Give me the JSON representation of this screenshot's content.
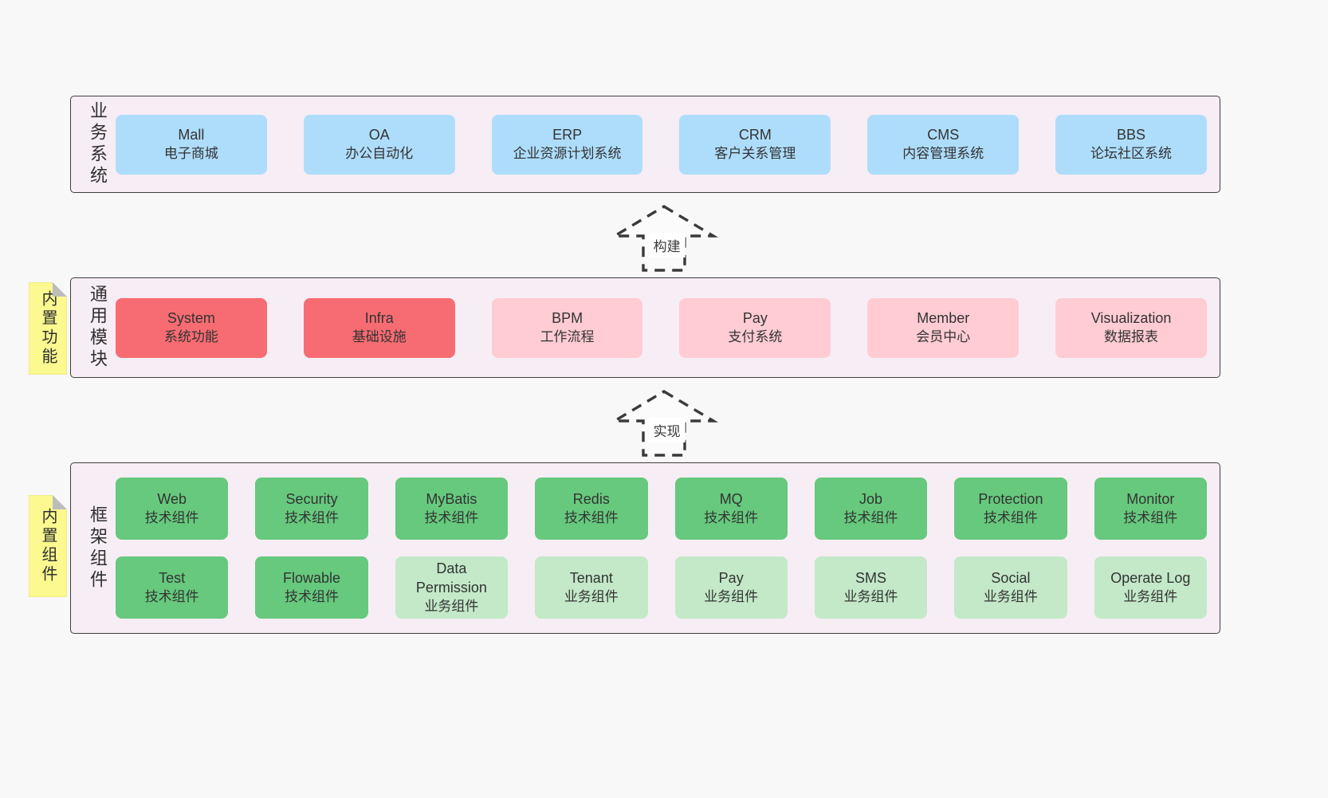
{
  "sections": {
    "business": {
      "label": "业务系统",
      "boxes": [
        {
          "name": "Mall",
          "subtitle": "电子商城"
        },
        {
          "name": "OA",
          "subtitle": "办公自动化"
        },
        {
          "name": "ERP",
          "subtitle": "企业资源计划系统"
        },
        {
          "name": "CRM",
          "subtitle": "客户关系管理"
        },
        {
          "name": "CMS",
          "subtitle": "内容管理系统"
        },
        {
          "name": "BBS",
          "subtitle": "论坛社区系统"
        }
      ]
    },
    "modules": {
      "label": "通用模块",
      "sticky": "内置功能",
      "boxes": [
        {
          "name": "System",
          "subtitle": "系统功能",
          "variant": "red"
        },
        {
          "name": "Infra",
          "subtitle": "基础设施",
          "variant": "red"
        },
        {
          "name": "BPM",
          "subtitle": "工作流程",
          "variant": "pink"
        },
        {
          "name": "Pay",
          "subtitle": "支付系统",
          "variant": "pink"
        },
        {
          "name": "Member",
          "subtitle": "会员中心",
          "variant": "pink"
        },
        {
          "name": "Visualization",
          "subtitle": "数据报表",
          "variant": "pink"
        }
      ]
    },
    "components": {
      "label": "框架组件",
      "sticky": "内置组件",
      "row1": [
        {
          "name": "Web",
          "subtitle": "技术组件",
          "variant": "green"
        },
        {
          "name": "Security",
          "subtitle": "技术组件",
          "variant": "green"
        },
        {
          "name": "MyBatis",
          "subtitle": "技术组件",
          "variant": "green"
        },
        {
          "name": "Redis",
          "subtitle": "技术组件",
          "variant": "green"
        },
        {
          "name": "MQ",
          "subtitle": "技术组件",
          "variant": "green"
        },
        {
          "name": "Job",
          "subtitle": "技术组件",
          "variant": "green"
        },
        {
          "name": "Protection",
          "subtitle": "技术组件",
          "variant": "green"
        },
        {
          "name": "Monitor",
          "subtitle": "技术组件",
          "variant": "green"
        }
      ],
      "row2": [
        {
          "name": "Test",
          "subtitle": "技术组件",
          "variant": "green"
        },
        {
          "name": "Flowable",
          "subtitle": "技术组件",
          "variant": "green"
        },
        {
          "name": "Data Permission",
          "subtitle": "业务组件",
          "variant": "lightgreen"
        },
        {
          "name": "Tenant",
          "subtitle": "业务组件",
          "variant": "lightgreen"
        },
        {
          "name": "Pay",
          "subtitle": "业务组件",
          "variant": "lightgreen"
        },
        {
          "name": "SMS",
          "subtitle": "业务组件",
          "variant": "lightgreen"
        },
        {
          "name": "Social",
          "subtitle": "业务组件",
          "variant": "lightgreen"
        },
        {
          "name": "Operate Log",
          "subtitle": "业务组件",
          "variant": "lightgreen"
        }
      ]
    }
  },
  "arrows": {
    "build": "构建",
    "implement": "实现"
  },
  "colors": {
    "page_bg": "#f8f8f8",
    "container_bg": "#f7edf5",
    "container_border": "#3f3f3f",
    "blue": "#aeddfb",
    "red": "#f76c72",
    "pink": "#ffccd3",
    "green": "#66c97d",
    "light_green": "#c3e9c8",
    "sticky_yellow": "#fbf98f"
  }
}
